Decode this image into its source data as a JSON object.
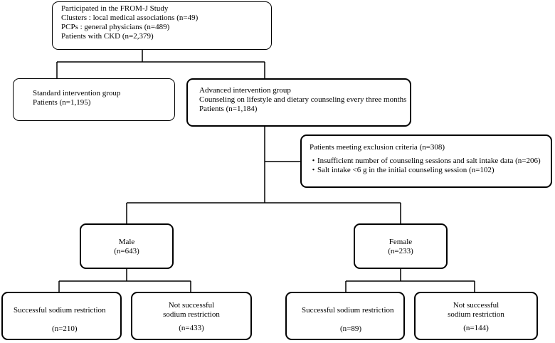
{
  "study_box": {
    "lines": [
      "Participated in the FROM-J Study",
      "Clusters : local medical associations (n=49)",
      "PCPs : general physicians (n=489)",
      "Patients with CKD (n=2,379)"
    ]
  },
  "standard_box": {
    "lines": [
      "Standard intervention group",
      "Patients (n=1,195)"
    ]
  },
  "advanced_box": {
    "lines": [
      "Advanced intervention group",
      "Counseling on lifestyle and dietary counseling every three months",
      "Patients (n=1,184)"
    ]
  },
  "exclusion_box": {
    "title": "Patients meeting exclusion criteria (n=308)",
    "items": [
      "・Insufficient number of counseling sessions and salt intake data (n=206)",
      "・Salt intake <6 g in the initial counseling session (n=102)"
    ]
  },
  "male_box": {
    "label": "Male",
    "count": "(n=643)"
  },
  "female_box": {
    "label": "Female",
    "count": "(n=233)"
  },
  "male_success_box": {
    "label": "Successful sodium restriction",
    "count": "(n=210)"
  },
  "male_fail_box": {
    "line1": "Not successful",
    "line2": "sodium restriction",
    "count": "(n=433)"
  },
  "female_success_box": {
    "label": "Successful sodium restriction",
    "count": "(n=89)"
  },
  "female_fail_box": {
    "line1": "Not successful",
    "line2": "sodium restriction",
    "count": "(n=144)"
  }
}
